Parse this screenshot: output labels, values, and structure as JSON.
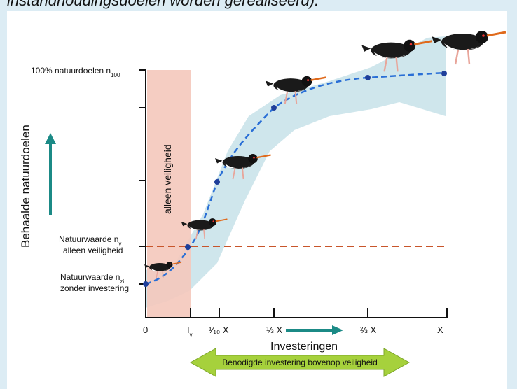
{
  "caption": "instandhoudingsdoelen worden gerealiseerd).",
  "y_axis": {
    "title": "Behaalde natuurdoelen",
    "top_label_prefix": "100% natuurdoelen n",
    "top_label_sub": "100",
    "nv_line1_prefix": "Natuurwaarde n",
    "nv_line1_sub": "v",
    "nv_line2": "alleen veiligheid",
    "nzi_line1_prefix": "Natuurwaarde n",
    "nzi_line1_sub": "zi",
    "nzi_line2": "zonder investering"
  },
  "x_axis": {
    "title": "Investeringen",
    "ticks": [
      {
        "main": "0",
        "sub": ""
      },
      {
        "main": "I",
        "sub": "v"
      },
      {
        "main": "¹⁄₁₀ X",
        "sub": ""
      },
      {
        "main": "⅓ X",
        "sub": ""
      },
      {
        "main": "⅔ X",
        "sub": ""
      },
      {
        "main": "X",
        "sub": ""
      }
    ]
  },
  "safety_band_label": "alleen veiligheid",
  "green_arrow_label": "Benodigde investering bovenop veiligheid",
  "colors": {
    "background": "#dcecf4",
    "safety_band": "#f4c9bd",
    "uncertainty_band": "#cfe6ec",
    "curve": "#2a6fd6",
    "dashed_reference": "#c8552b",
    "teal_arrow": "#1b8a86",
    "green_arrow": "#a6d13c"
  },
  "icons": [
    "oystercatcher-icon"
  ]
}
